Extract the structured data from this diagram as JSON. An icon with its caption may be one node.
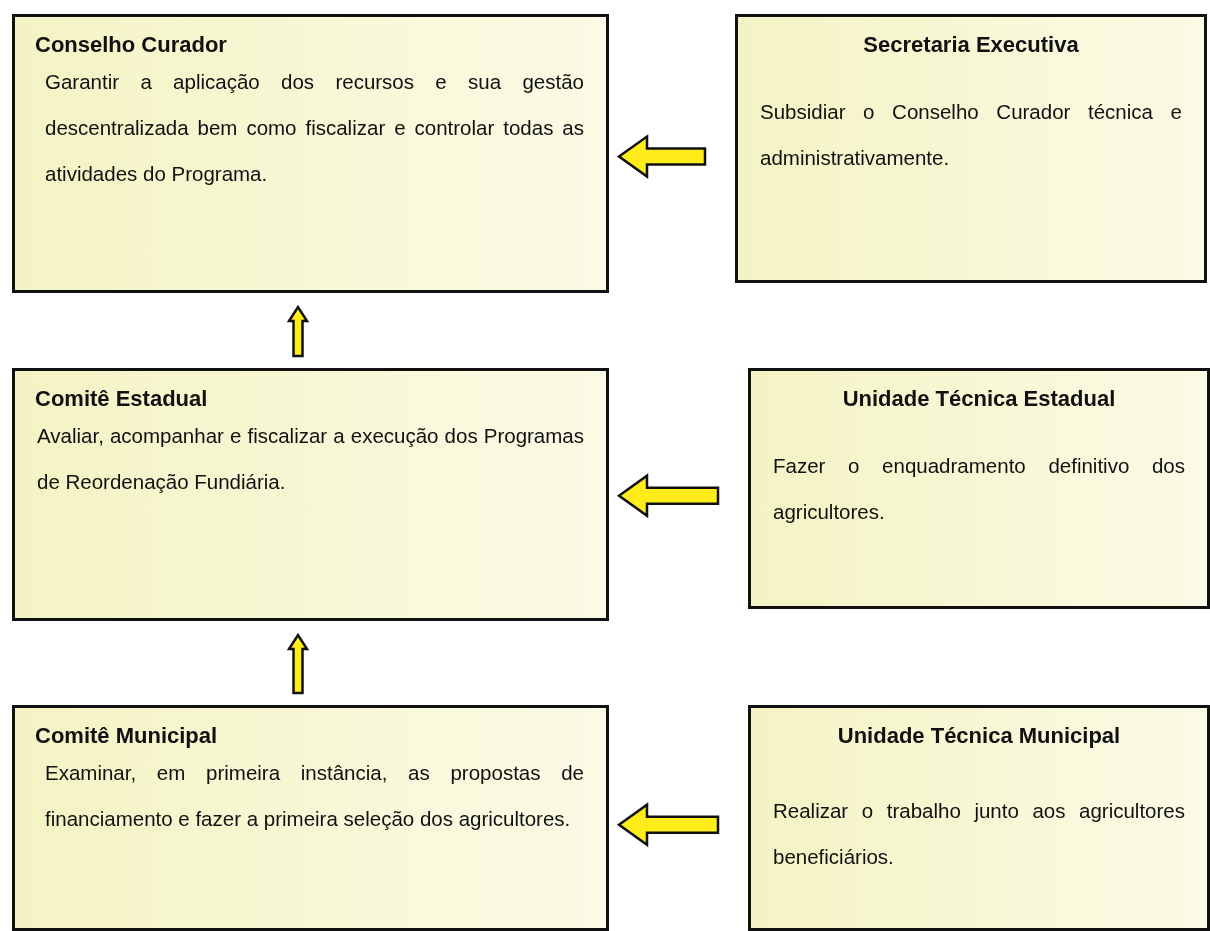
{
  "diagram": {
    "nodes": [
      {
        "text": [
          "Conselho Curador",
          "Garantir a aplicação dos recursos e sua gestão descentralizada bem como fiscalizar e controlar todas as atividades do Programa."
        ]
      },
      {
        "text": [
          "Secretaria Executiva",
          "Subsidiar o Conselho Curador técnica e administrativamente."
        ]
      },
      {
        "text": [
          "Comitê Estadual",
          "Avaliar, acompanhar e fiscalizar a execução dos Programas de Reordenação Fundiária."
        ]
      },
      {
        "text": [
          "Unidade Técnica Estadual",
          "Fazer o enquadramento definitivo dos agricultores."
        ]
      },
      {
        "text": [
          "Comitê Municipal",
          "Examinar, em primeira instância, as propostas de financiamento e fazer a primeira seleção dos agricultores."
        ]
      },
      {
        "text": [
          "Unidade Técnica Municipal",
          "Realizar o trabalho junto aos agricultores beneficiários."
        ]
      }
    ],
    "edges": [
      {
        "from": 1,
        "to": 0,
        "arrow": "to"
      },
      {
        "from": 2,
        "to": 0,
        "arrow": "to"
      },
      {
        "from": 3,
        "to": 2,
        "arrow": "to"
      },
      {
        "from": 4,
        "to": 2,
        "arrow": "to"
      },
      {
        "from": 5,
        "to": 4,
        "arrow": "to"
      }
    ]
  }
}
